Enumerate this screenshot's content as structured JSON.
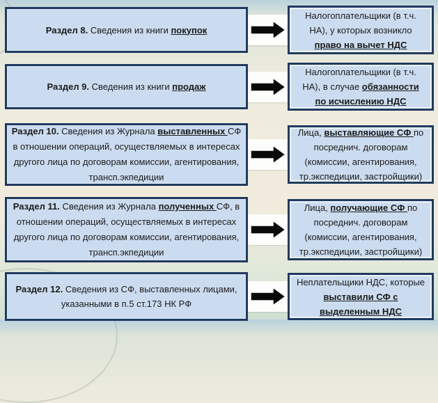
{
  "colors": {
    "box_fill": "#ccdcf0",
    "box_border": "#1f3a5f",
    "arrow_fill": "#0a0a0a",
    "arrow_outline": "#ffffff",
    "text": "#1a1a1a"
  },
  "diagram": {
    "rows": [
      {
        "section": {
          "segments": [
            {
              "text": "Раздел 8.",
              "style": "bold"
            },
            {
              "text": " Сведения из книги ",
              "style": "normal"
            },
            {
              "text": "покупок ",
              "style": "bold-underline"
            }
          ]
        },
        "arrow": "right-arrow-icon",
        "target": {
          "segments": [
            {
              "text": "Налогоплательщики (в т.ч.",
              "style": "normal"
            },
            {
              "text": "",
              "style": "break"
            },
            {
              "text": "НА), у которых возникло",
              "style": "normal"
            },
            {
              "text": "",
              "style": "break"
            },
            {
              "text": "право на вычет НДС",
              "style": "bold-underline"
            }
          ]
        }
      },
      {
        "section": {
          "segments": [
            {
              "text": "Раздел 9.",
              "style": "bold"
            },
            {
              "text": " Сведения из книги ",
              "style": "normal"
            },
            {
              "text": "продаж",
              "style": "bold-underline"
            }
          ]
        },
        "arrow": "right-arrow-icon",
        "target": {
          "segments": [
            {
              "text": "Налогоплательщики (в т.ч.",
              "style": "normal"
            },
            {
              "text": "",
              "style": "break"
            },
            {
              "text": "НА), в случае ",
              "style": "normal"
            },
            {
              "text": "обязанности",
              "style": "bold-underline"
            },
            {
              "text": "",
              "style": "break"
            },
            {
              "text": "по исчислению НДС",
              "style": "bold-underline"
            }
          ]
        }
      },
      {
        "section": {
          "segments": [
            {
              "text": "Раздел 10.",
              "style": "bold"
            },
            {
              "text": " Сведения из Журнала ",
              "style": "normal"
            },
            {
              "text": "выставленных ",
              "style": "bold-underline"
            },
            {
              "text": "СФ",
              "style": "normal"
            },
            {
              "text": "",
              "style": "break"
            },
            {
              "text": "в отношении операций, осуществляемых в интересах",
              "style": "normal"
            },
            {
              "text": "",
              "style": "break"
            },
            {
              "text": "другого лица по договорам комиссии, агентирования,",
              "style": "normal"
            },
            {
              "text": "",
              "style": "break"
            },
            {
              "text": "трансп.экпедиции",
              "style": "normal"
            }
          ]
        },
        "arrow": "right-arrow-icon",
        "target": {
          "segments": [
            {
              "text": "Лица, ",
              "style": "normal"
            },
            {
              "text": "выставляющие СФ ",
              "style": "bold-underline"
            },
            {
              "text": "по",
              "style": "normal"
            },
            {
              "text": "",
              "style": "break"
            },
            {
              "text": "посреднич. договорам",
              "style": "normal"
            },
            {
              "text": "",
              "style": "break"
            },
            {
              "text": "(комиссии, агентирования,",
              "style": "normal"
            },
            {
              "text": "",
              "style": "break"
            },
            {
              "text": "тр.экспедиции, застройщики)",
              "style": "normal"
            }
          ]
        }
      },
      {
        "section": {
          "segments": [
            {
              "text": "Раздел 11.",
              "style": "bold"
            },
            {
              "text": " Сведения из Журнала ",
              "style": "normal"
            },
            {
              "text": "полученных ",
              "style": "bold-underline"
            },
            {
              "text": "СФ, в",
              "style": "normal"
            },
            {
              "text": "",
              "style": "break"
            },
            {
              "text": "отношении операций, осуществляемых в интересах",
              "style": "normal"
            },
            {
              "text": "",
              "style": "break"
            },
            {
              "text": "другого лица по договорам комиссии, агентирования,",
              "style": "normal"
            },
            {
              "text": "",
              "style": "break"
            },
            {
              "text": "трансп.экпедиции",
              "style": "normal"
            }
          ]
        },
        "arrow": "right-arrow-icon",
        "target": {
          "segments": [
            {
              "text": "Лица, ",
              "style": "normal"
            },
            {
              "text": "получающие СФ ",
              "style": "bold-underline"
            },
            {
              "text": "по",
              "style": "normal"
            },
            {
              "text": "",
              "style": "break"
            },
            {
              "text": "посреднич. договорам",
              "style": "normal"
            },
            {
              "text": "",
              "style": "break"
            },
            {
              "text": "(комиссии, агентирования,",
              "style": "normal"
            },
            {
              "text": "",
              "style": "break"
            },
            {
              "text": "тр.экспедиции, застройщики)",
              "style": "normal"
            }
          ]
        }
      },
      {
        "section": {
          "segments": [
            {
              "text": "Раздел 12.",
              "style": "bold"
            },
            {
              "text": " Сведения из СФ, выставленных лицами,",
              "style": "normal"
            },
            {
              "text": "",
              "style": "break"
            },
            {
              "text": "указанными в п.5 ст.173 НК РФ",
              "style": "normal"
            }
          ]
        },
        "arrow": "right-arrow-icon",
        "target": {
          "segments": [
            {
              "text": "Неплательщики НДС, которые",
              "style": "normal"
            },
            {
              "text": "",
              "style": "break"
            },
            {
              "text": "выставили СФ с",
              "style": "bold-underline"
            },
            {
              "text": "",
              "style": "break"
            },
            {
              "text": "выделенным НДС",
              "style": "bold-underline"
            }
          ]
        }
      }
    ]
  }
}
